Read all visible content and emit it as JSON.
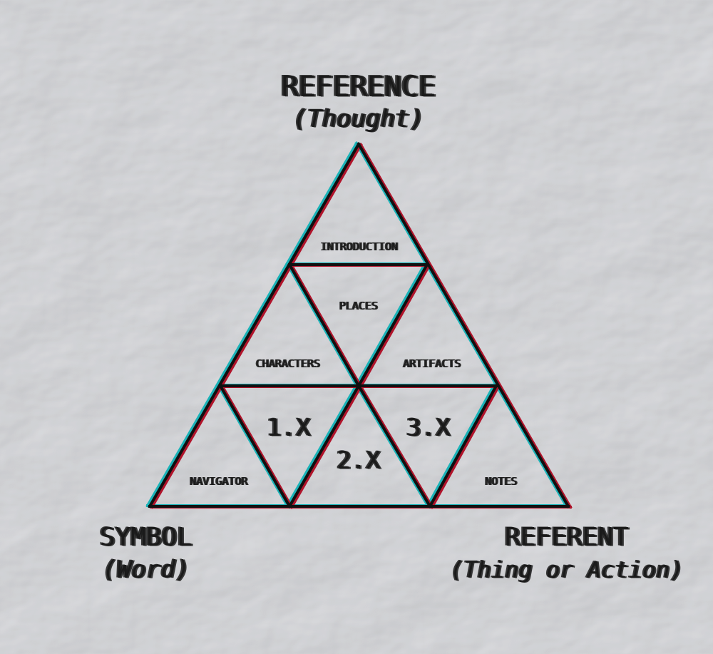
{
  "corners": {
    "top": {
      "title": "REFERENCE",
      "subtitle": "(Thought)"
    },
    "left": {
      "title": "SYMBOL",
      "subtitle": "(Word)"
    },
    "right": {
      "title": "REFERENT",
      "subtitle": "(Thing or Action)"
    }
  },
  "sections": {
    "introduction": "INTRODUCTION",
    "places": "PLACES",
    "characters": "CHARACTERS",
    "artifacts": "ARTIFACTS",
    "navigator": "NAVIGATOR",
    "notes": "NOTES",
    "part1": "1.X",
    "part2": "2.X",
    "part3": "3.X"
  },
  "colors": {
    "outline": "#111111",
    "shadow_red": "#b0132a",
    "shadow_cyan": "#1bb3b8",
    "background": "#d6d8dd"
  }
}
